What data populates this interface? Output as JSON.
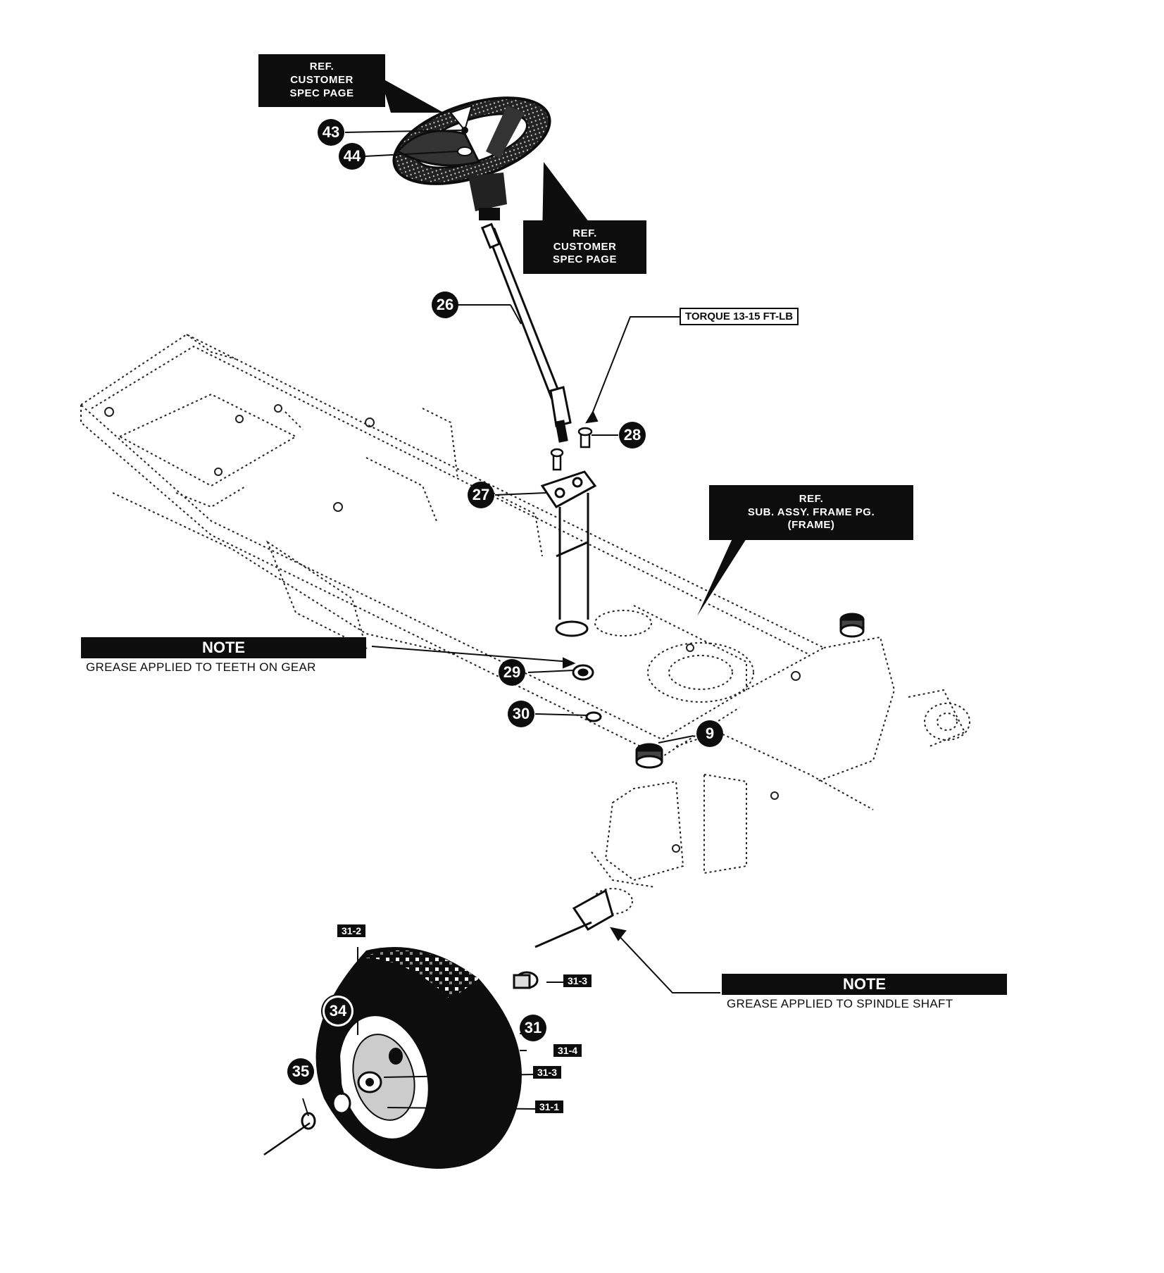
{
  "reference_boxes": {
    "ref_top": [
      "REF.",
      "CUSTOMER",
      "SPEC PAGE"
    ],
    "ref_mid": [
      "REF.",
      "CUSTOMER",
      "SPEC PAGE"
    ],
    "ref_frame": [
      "REF.",
      "SUB. ASSY. FRAME PG.",
      "(FRAME)"
    ]
  },
  "torque_label": "TORQUE 13-15 FT-LB",
  "notes": {
    "gear": {
      "title": "NOTE",
      "text": "GREASE APPLIED TO TEETH ON GEAR"
    },
    "spindle": {
      "title": "NOTE",
      "text": "GREASE APPLIED TO SPINDLE SHAFT"
    }
  },
  "callouts": {
    "c43": "43",
    "c44": "44",
    "c26": "26",
    "c28": "28",
    "c27": "27",
    "c29": "29",
    "c30": "30",
    "c9": "9",
    "c34": "34",
    "c35": "35",
    "c31": "31"
  },
  "tags": {
    "t31_2": "31-2",
    "t31_3a": "31-3",
    "t31_4": "31-4",
    "t31_3b": "31-3",
    "t31_1": "31-1"
  },
  "colors": {
    "ink": "#0d0d0d",
    "paper": "#ffffff"
  }
}
